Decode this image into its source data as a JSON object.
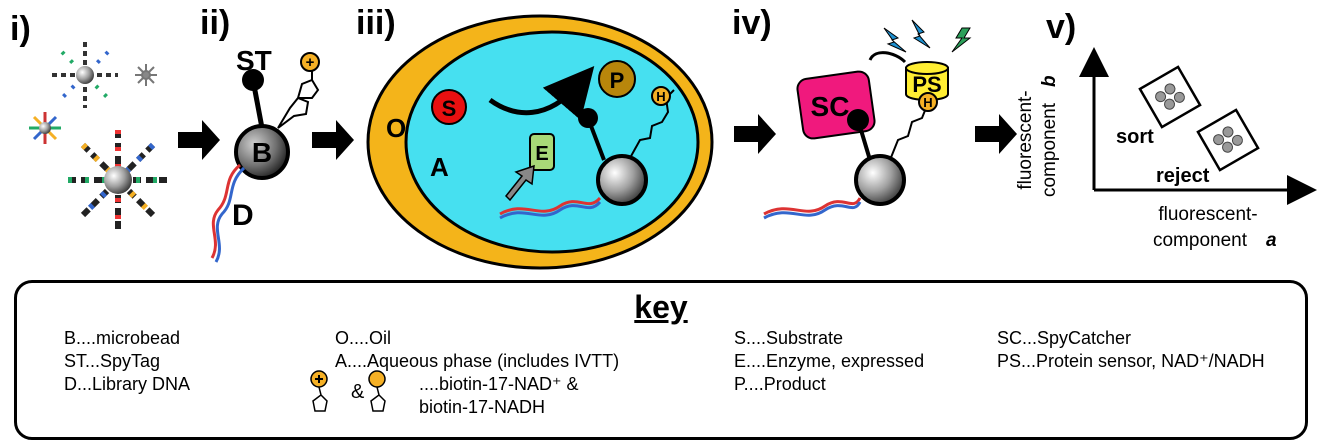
{
  "steps": [
    "i)",
    "ii)",
    "iii)",
    "iv)",
    "v)"
  ],
  "panel2": {
    "st": "ST",
    "b": "B",
    "d": "D",
    "plus": "+"
  },
  "panel3": {
    "o": "O",
    "a": "A",
    "s": "S",
    "p": "P",
    "e": "E",
    "h": "H"
  },
  "panel4": {
    "sc": "SC",
    "ps": "PS",
    "h": "H"
  },
  "panel5": {
    "y_label_line1": "fluorescent-",
    "y_label_line2": "component",
    "y_label_var": "b",
    "x_label_line1": "fluorescent-",
    "x_label_line2": "component",
    "x_label_var": "a",
    "sort": "sort",
    "reject": "reject"
  },
  "key": {
    "title": "key",
    "col1": [
      "B....microbead",
      "ST...SpyTag",
      "D...Library DNA"
    ],
    "col2": [
      "O....Oil",
      "A....Aqueous phase (includes IVTT)"
    ],
    "col2_biotin_amp": "&",
    "col2_biotin_line1": "....biotin-17-NAD⁺ &",
    "col2_biotin_line2": "biotin-17-NADH",
    "col3": [
      "S....Substrate",
      "E....Enzyme, expressed",
      "P....Product"
    ],
    "col4": [
      "SC...SpyCatcher",
      "PS...Protein sensor, NAD⁺/NADH"
    ]
  },
  "colors": {
    "oil": "#f4b41a",
    "aqueous": "#46e0f0",
    "substrate": "#e81010",
    "product": "#b8860b",
    "enzyme": "#a8d878",
    "spycatcher": "#f0197d",
    "sensor": "#ffee33",
    "biotin": "#f5b025",
    "bolt_blue": "#1e90d0",
    "bolt_green": "#2ca05a"
  }
}
